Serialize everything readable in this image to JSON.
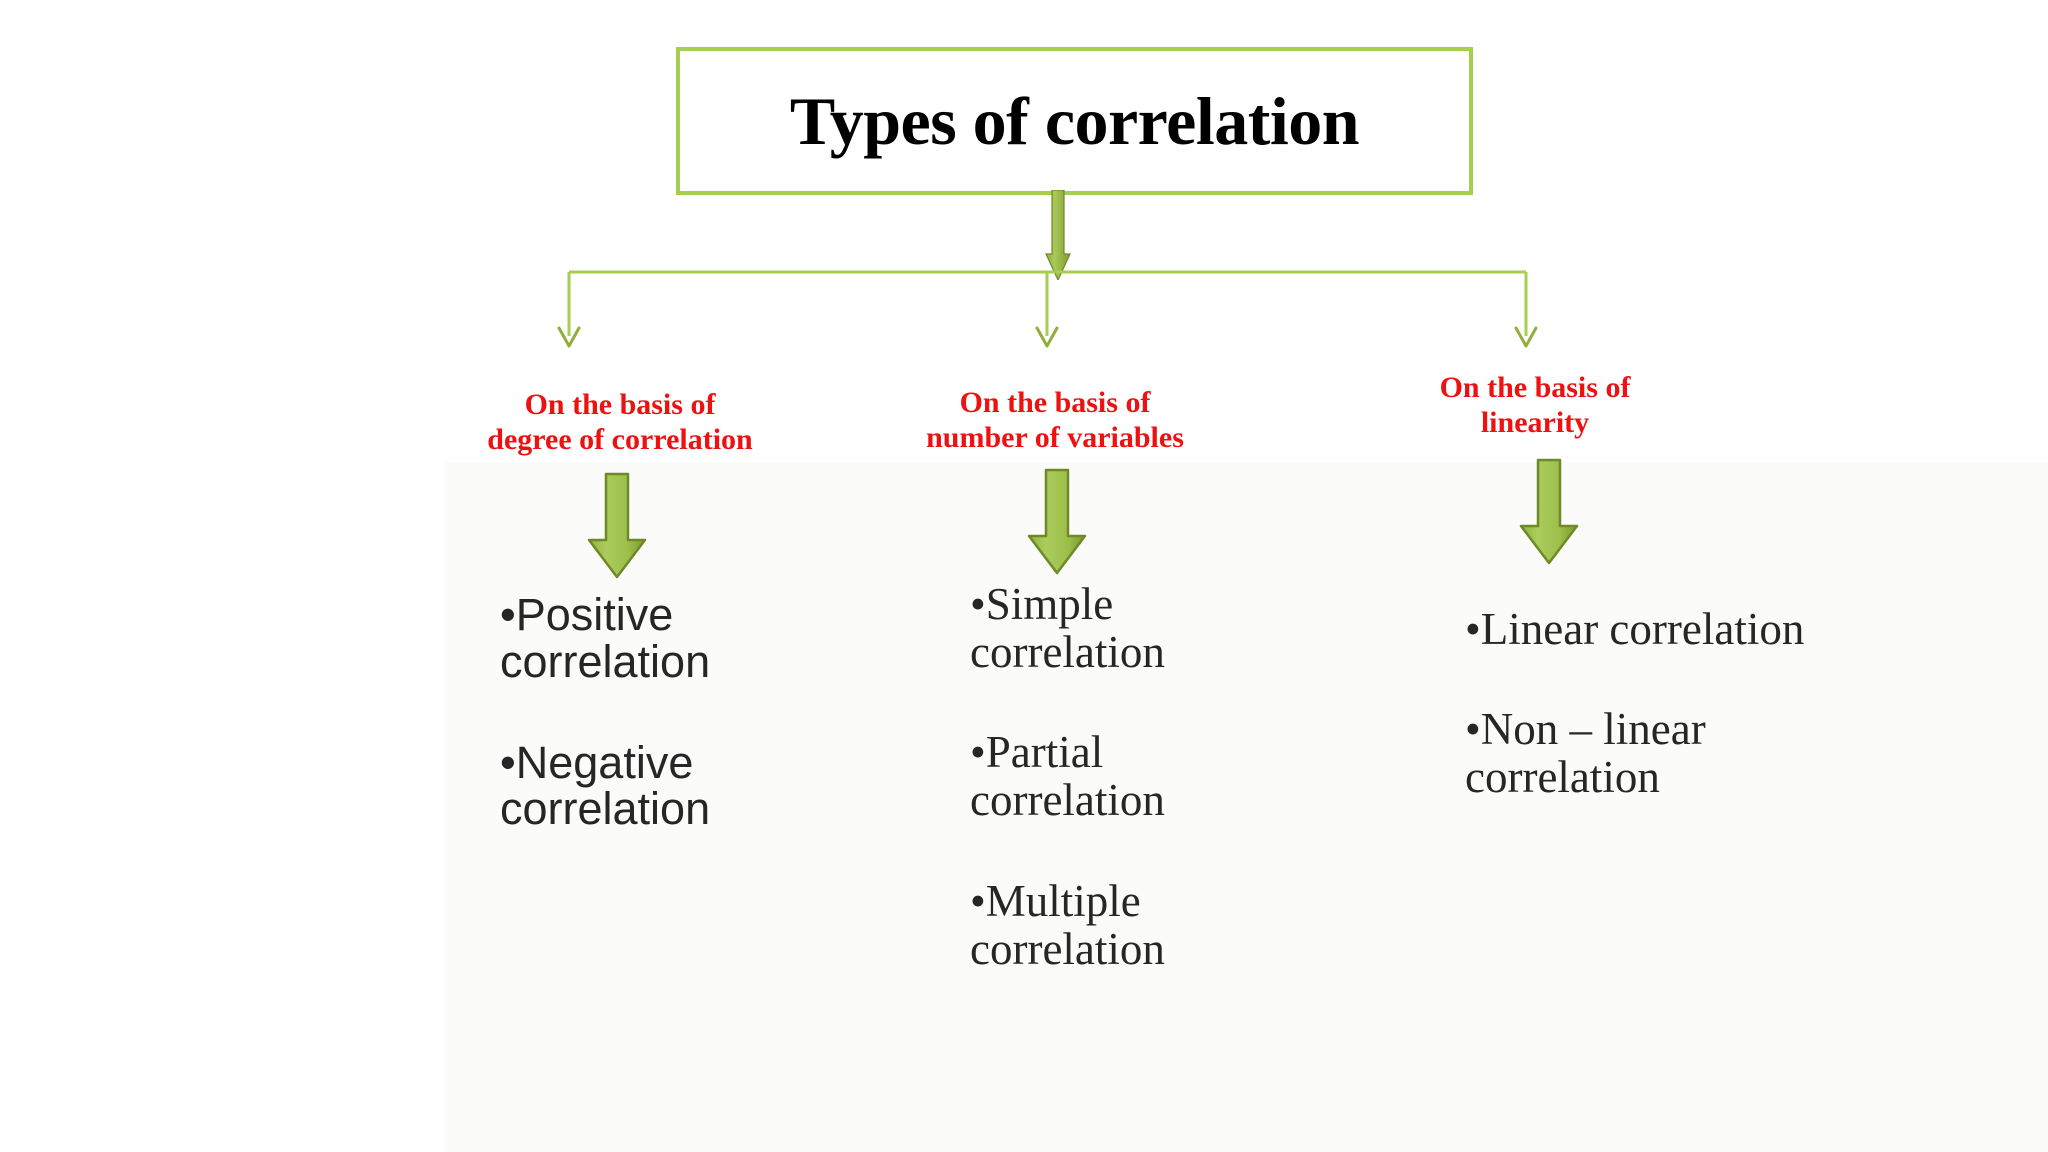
{
  "slide": {
    "title": "Types of correlation",
    "accent_green": "#A6CE51",
    "arrow_green_dark": "#7A9A2E",
    "heading_red": "#EE1111",
    "body_text_color": "#262626",
    "background": "#FFFFFF"
  },
  "branches": [
    {
      "id": "degree",
      "heading_line1": "On the basis of",
      "heading_line2": "degree of correlation",
      "arrow_icon": "down-block-arrow-icon",
      "items": [
        "•Positive correlation",
        "•Negative correlation"
      ]
    },
    {
      "id": "variables",
      "heading_line1": "On the basis of",
      "heading_line2": "number of variables",
      "arrow_icon": "down-block-arrow-icon",
      "items": [
        "•Simple correlation",
        "•Partial correlation",
        "•Multiple correlation"
      ]
    },
    {
      "id": "linearity",
      "heading_line1": "On the basis of",
      "heading_line2": "linearity",
      "arrow_icon": "down-block-arrow-icon",
      "items": [
        "•Linear correlation",
        "•Non – linear correlation"
      ]
    }
  ],
  "connectors": {
    "stem_icon": "thick-down-arrow-icon",
    "branch_icon": "elbow-connector-arrow-icon"
  }
}
